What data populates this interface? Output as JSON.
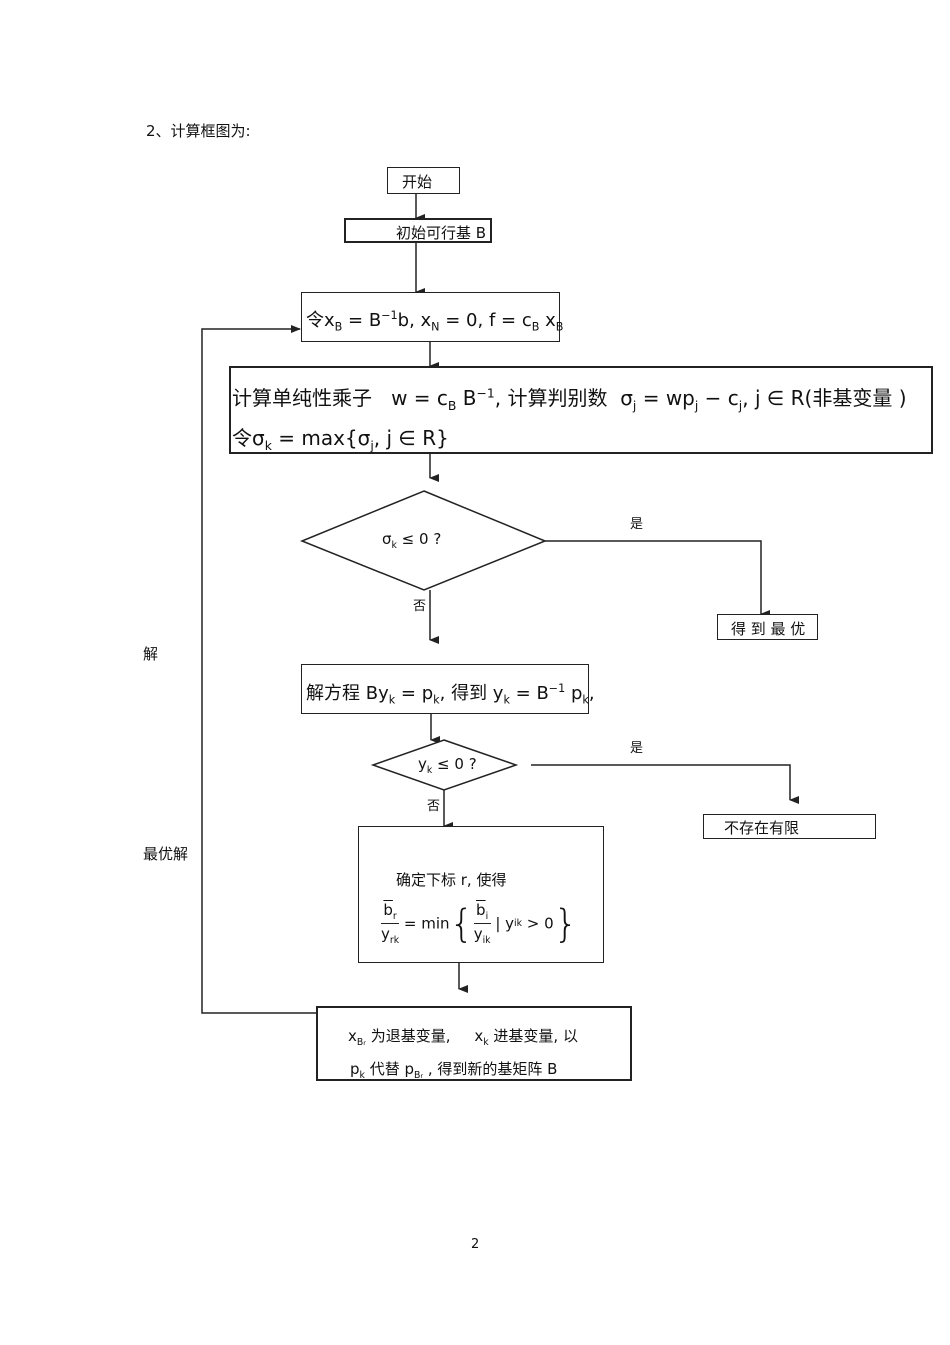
{
  "heading": "2、计算框图为:",
  "page_number": "2",
  "side_labels": {
    "top": "解",
    "bottom": "最优解"
  },
  "nodes": {
    "start": "开始",
    "init": "初始可行基   B",
    "let_basic": {
      "prefix": "令",
      "x": "x",
      "sub_B": "B",
      "eq_B_inv": " = B",
      "inv": "−1",
      "b_comma": "b, x",
      "sub_N": "N",
      "eq_zero": " = 0,  f   = c",
      "sub_B2": "B",
      "x2": " x",
      "sub_B3": "B"
    },
    "compute": {
      "line1_prefix": "计算单纯性乘子",
      "w_eq": "w = c",
      "sub_B": "B",
      "B": " B",
      "inv": "−1",
      "mid": ", 计算判别数",
      "sigma": "σ",
      "sub_j": "j",
      "eq_wp": " = wp",
      "sub_j2": "j",
      "minus_c": " − c",
      "sub_j3": "j",
      "tail": ", j ∈ R(非基变量  )",
      "line2_prefix": "令",
      "sigma2": "σ",
      "sub_k": "k",
      "eq_max": " = max{σ",
      "sub_j4": "j",
      "tail2": ", j ∈ R}"
    },
    "decision1": {
      "sigma": "σ",
      "sub_k": "k",
      "rel": " ≤ 0      ?"
    },
    "optimal": "得 到 最 优",
    "solve": {
      "prefix": "解方程 By",
      "sub_k": "k",
      "eq_p": " = p",
      "sub_k2": "k",
      "mid": ", 得到 y",
      "sub_k3": "k",
      "eq_B": " = B",
      "inv": "−1",
      "p": " p",
      "sub_k4": "k",
      "tail": ","
    },
    "decision2": {
      "y": "y",
      "sub_k": "k",
      "rel": " ≤ 0 ?"
    },
    "unbounded": "不存在有限",
    "ratio": {
      "line1": "确定下标    r,  使得",
      "num_b": "b",
      "sub_r": "r",
      "den_y": "y",
      "sub_rk": "rk",
      "eq_min": " = min",
      "num_b2": "b",
      "sub_i": "i",
      "den_y2": "y",
      "sub_ik": "ik",
      "cond_y": " | y",
      "sub_ik2": "ik",
      "cond_tail": "  > 0"
    },
    "pivot": {
      "x1": "x",
      "sub_Br": "B",
      "sub_r_small": "r",
      "t1": " 为退基变量,",
      "x2": "x",
      "sub_k": "k",
      "t2": " 进基变量,  以",
      "p1": "p",
      "sub_k2": "k",
      "t3": " 代替  p",
      "sub_Br2": "B",
      "sub_r2": "r",
      "t4": " , 得到新的基矩阵    B"
    }
  },
  "edge_labels": {
    "d1_yes": "是",
    "d1_no": "否",
    "d2_yes": "是",
    "d2_no": "否"
  },
  "colors": {
    "stroke": "#222222",
    "background": "#ffffff"
  }
}
